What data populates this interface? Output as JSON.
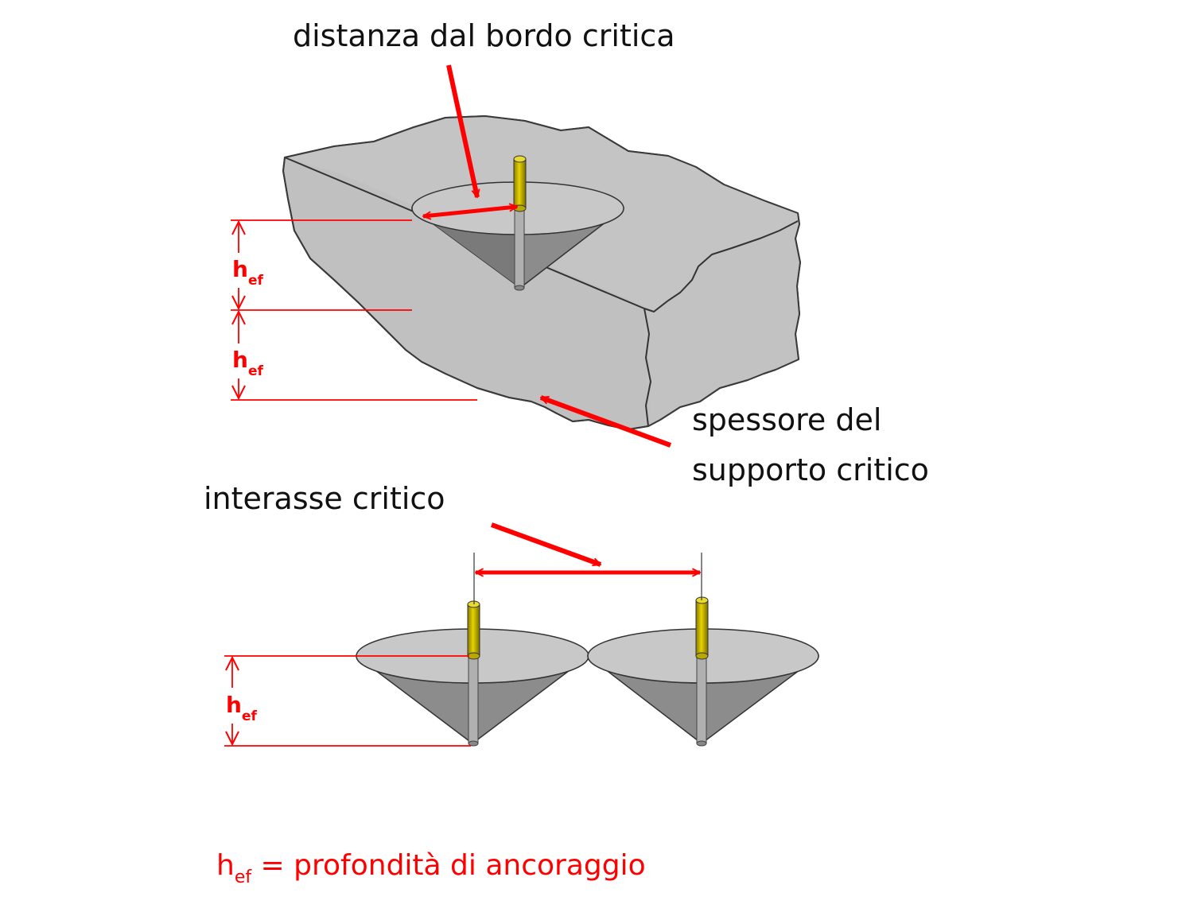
{
  "labels": {
    "edge_distance": "distanza dal bordo critica",
    "thickness_line1": "spessore del",
    "thickness_line2": "supporto critico",
    "spacing": "interasse critico"
  },
  "hef": {
    "main": "h",
    "sub": "ef"
  },
  "legend": {
    "main": "h",
    "sub": "ef",
    "text": " = profondità di ancoraggio"
  },
  "colors": {
    "concrete": "#c0c0c0",
    "cone_side": "#8c8c8c",
    "cone_top": "#c8c8c8",
    "anchor": "#c8b400",
    "dimension": "#ff0000",
    "text": "#111111"
  }
}
